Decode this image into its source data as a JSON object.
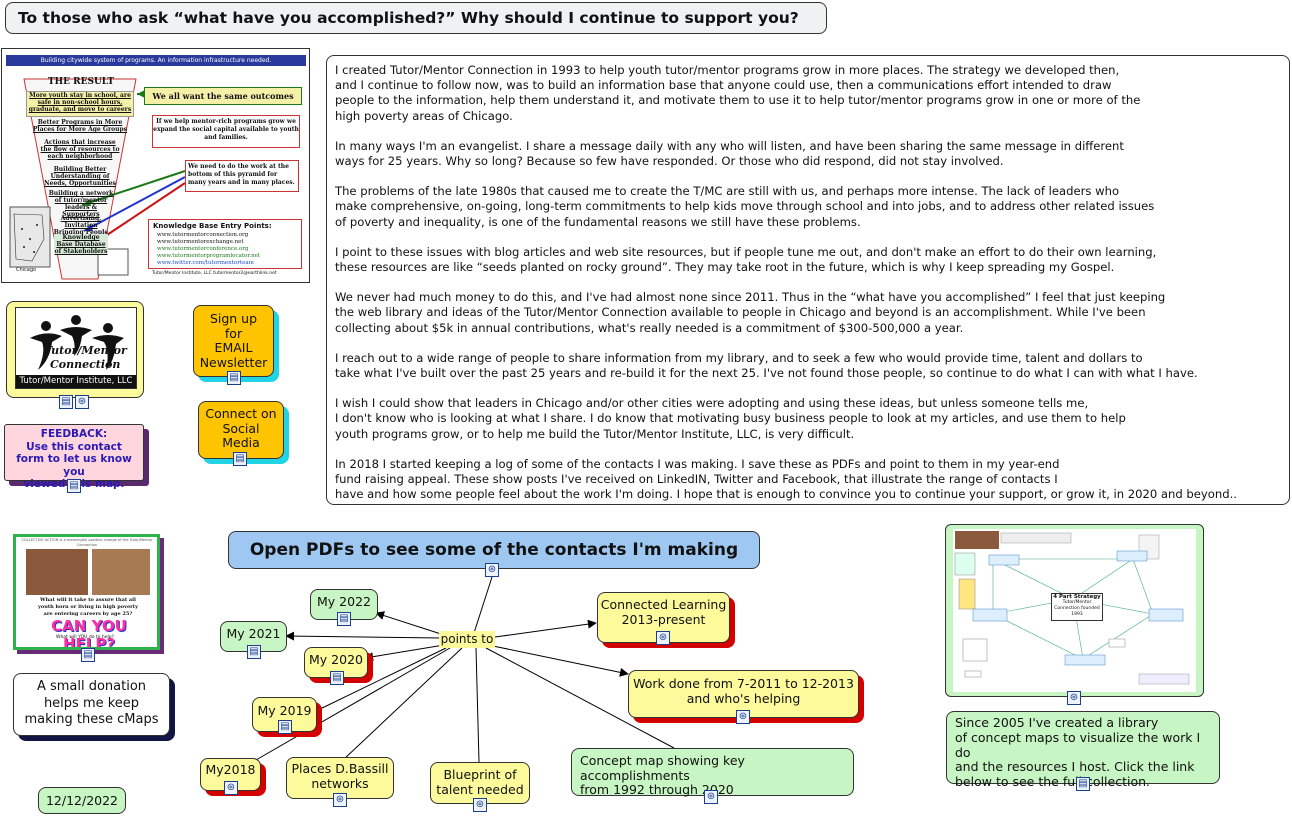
{
  "title": "To those who ask “what have you accomplished?” Why should I continue to support you?",
  "essay": {
    "paragraphs": [
      "I created Tutor/Mentor Connection in 1993 to help youth tutor/mentor programs grow in more places.  The strategy we developed then,\nand I continue to follow now, was to build an information base that anyone could use, then a communications effort intended to draw\npeople to the information, help them  understand it, and motivate them to use it to help tutor/mentor programs grow in one or more of the\nhigh poverty areas of Chicago.",
      "In many ways I'm an evangelist. I share a message daily with any who will listen, and have been sharing the same message in different\nways for 25 years. Why so long? Because so few have responded.  Or those who did respond, did not stay involved.",
      "The problems of the late 1980s that caused me to create the T/MC are still with us, and perhaps more intense. The lack of leaders who\nmake comprehensive, on-going, long-term commitments to help kids move through school and into jobs, and to address other related issues\nof poverty and inequality, is one of the fundamental reasons we still have these problems.",
      "I point to these issues with blog articles and web site resources, but if people tune me out, and don't make an effort to do their own learning,\nthese resources are like “seeds planted on rocky ground”.  They may take root in the future, which is why I keep spreading my Gospel.",
      "We never had much money to do this, and I've had almost none since 2011. Thus in the “what have you accomplished” I feel that just keeping\nthe web library and ideas of the Tutor/Mentor Connection available to people in Chicago and beyond is an accomplishment.  While I've been\ncollecting about $5k in annual contributions, what's really needed is a commitment of $300-500,000 a year.",
      "I reach out to a wide range of people to share information from my library, and to seek a few who would provide time, talent and dollars to\ntake what I've built over the past 25 years and re-build it for the next 25.  I've not found those people, so continue to do what I can with what I have.",
      "I wish I could show that leaders in Chicago and/or other cities were adopting and using these ideas, but unless someone tells me,\nI don't know who is looking at what I share.  I do know that motivating busy business people to look at my articles, and use them to help\nyouth programs grow, or to help me build the Tutor/Mentor Institute, LLC, is very difficult.",
      "In 2018 I started keeping a log of some of the contacts I was making.  I save these as PDFs and point to them in my  year-end\nfund raising appeal.  These show posts I've received on LinkedIN, Twitter and Facebook, that illustrate the range of contacts I\nhave and how some people feel about the work I'm doing.  I hope that is enough to convince you to continue your support, or grow it, in 2020 and beyond.."
    ]
  },
  "pyramid": {
    "banner": "Building citywide system of programs. An information infrastructure needed.",
    "heading": "THE RESULT",
    "levels": [
      "More youth stay in school, are safe in non-school hours, graduate, and move to careers",
      "Better Programs in More Places for More Age Groups",
      "Actions that increase the flow of resources to each neighborhood",
      "Building Better Understanding of Needs, Opportunities",
      "Building a network of tutor/mentor leaders & Supporters",
      "Advertising, Invitation Bringing People Together",
      "Knowledge Base Database of Stakeholders"
    ],
    "callout_outcomes": "We all want the same outcomes",
    "callout_capital": "If we help mentor-rich programs grow we expand the social capital available to youth and families.",
    "callout_work": "We need to do the work at the bottom of this pyramid for many years and in many places.",
    "kb_title": "Knowledge Base Entry Points:",
    "kb_links": [
      "www.tutormentorconnection.org",
      "www.tutormentorexchange.net",
      "www.tutormentorconference.org",
      "www.tutormentorprogramlocator.net",
      "www.twitter.com/tutormentorteam"
    ],
    "map_label": "Chicago",
    "footer": "Tutor/Mentor Institute, LLC  tutormentor2@earthlink.net"
  },
  "logo": {
    "script_line1": "Tutor/Mentor",
    "script_line2": "Connection",
    "caption": "Tutor/Mentor Institute, LLC"
  },
  "signup": "Sign up\nfor\nEMAIL\nNewsletter",
  "connect": "Connect on\nSocial\nMedia",
  "feedback": "FEEDBACK:\nUse this contact\nform to let us know you\nviewed this map.",
  "donation_image": {
    "header": "COLLECTIVE ACTION is a meaningful positive change of the Tutor/Mentor Connection",
    "question": "What will it take to assure that all youth born or living in high poverty are entering careers by age 25?",
    "can_you_help": "CAN YOU HELP?",
    "footer": "What will YOU do to help?"
  },
  "donation": "A small donation\nhelps me keep\nmaking these cMaps",
  "date": "12/12/2022",
  "pdfs_heading": "Open PDFs to see some of the contacts I'm making",
  "points_to": "points to",
  "links": {
    "my2022": "My 2022",
    "my2021": "My 2021",
    "my2020": "My 2020",
    "my2019": "My 2019",
    "my2018": "My2018",
    "places": "Places D.Bassill\nnetworks",
    "blueprint": "Blueprint of\ntalent needed",
    "connected_learning": "Connected Learning\n2013-present",
    "work_done": "Work done from 7-2011 to 12-2013\nand who's helping",
    "concept_map": "Concept map showing key accomplishments\nfrom 1992 through 2020"
  },
  "strategy_map": {
    "center_title": "4 Part Strategy",
    "center_sub": "Tutor/Mentor Connection founded 1993"
  },
  "library": "Since 2005 I've created a library\nof concept maps to visualize the work I do\nand the resources I host.  Click the link\nbelow to see the full collection."
}
